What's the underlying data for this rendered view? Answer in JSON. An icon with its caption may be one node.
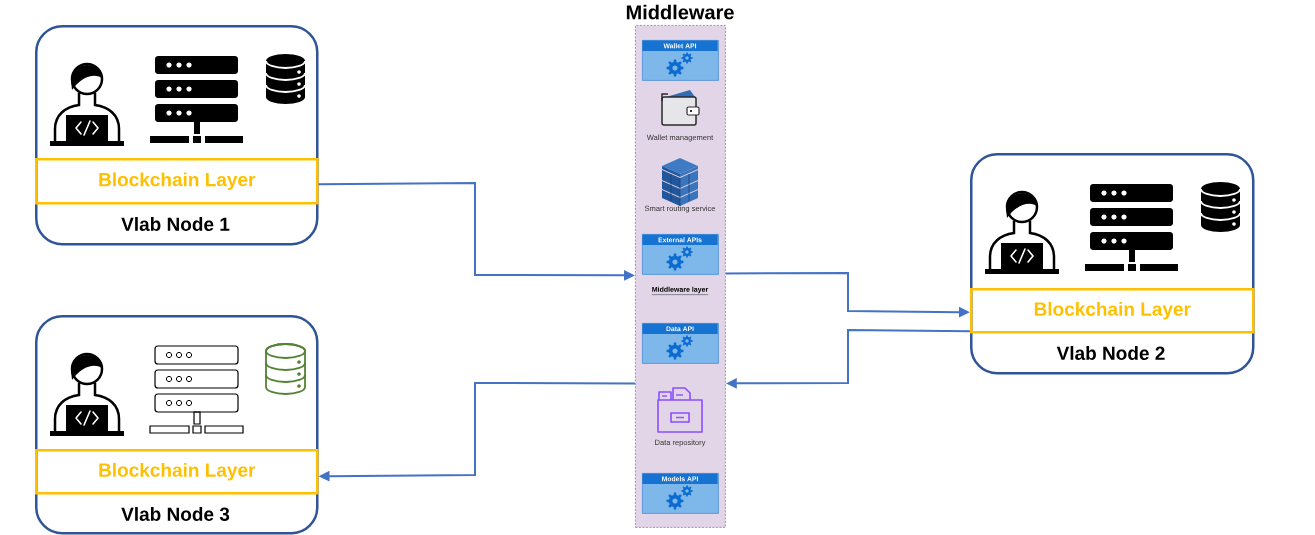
{
  "diagram": {
    "nodes": [
      {
        "text": [
          "Vlab Node 1"
        ]
      },
      {
        "text": [
          "Blockchain Layer"
        ],
        "in": 0
      },
      {
        "text": [
          "Middleware",
          "Middleware layer"
        ]
      },
      {
        "text": [
          "Wallet API"
        ],
        "in": 2
      },
      {
        "text": [
          "Wallet management"
        ],
        "in": 2
      },
      {
        "text": [
          "Smart routing service"
        ],
        "in": 2
      },
      {
        "text": [
          "External APIs"
        ],
        "in": 2
      },
      {
        "text": [
          "Data API"
        ],
        "in": 2
      },
      {
        "text": [
          "Data repository"
        ],
        "in": 2
      },
      {
        "text": [
          "Models API"
        ],
        "in": 2
      },
      {
        "text": [
          "Vlab Node 2"
        ]
      },
      {
        "text": [
          "Blockchain Layer"
        ],
        "in": 10
      },
      {
        "text": [
          "Vlab Node 3"
        ]
      },
      {
        "text": [
          "Blockchain Layer"
        ],
        "in": 12
      }
    ],
    "edges": [
      {
        "from": 1,
        "to": 2,
        "arrow": "to"
      },
      {
        "from": 2,
        "to": 11,
        "arrow": "to"
      },
      {
        "from": 11,
        "to": 2,
        "arrow": "to"
      },
      {
        "from": 2,
        "to": 13,
        "arrow": "to"
      }
    ]
  }
}
